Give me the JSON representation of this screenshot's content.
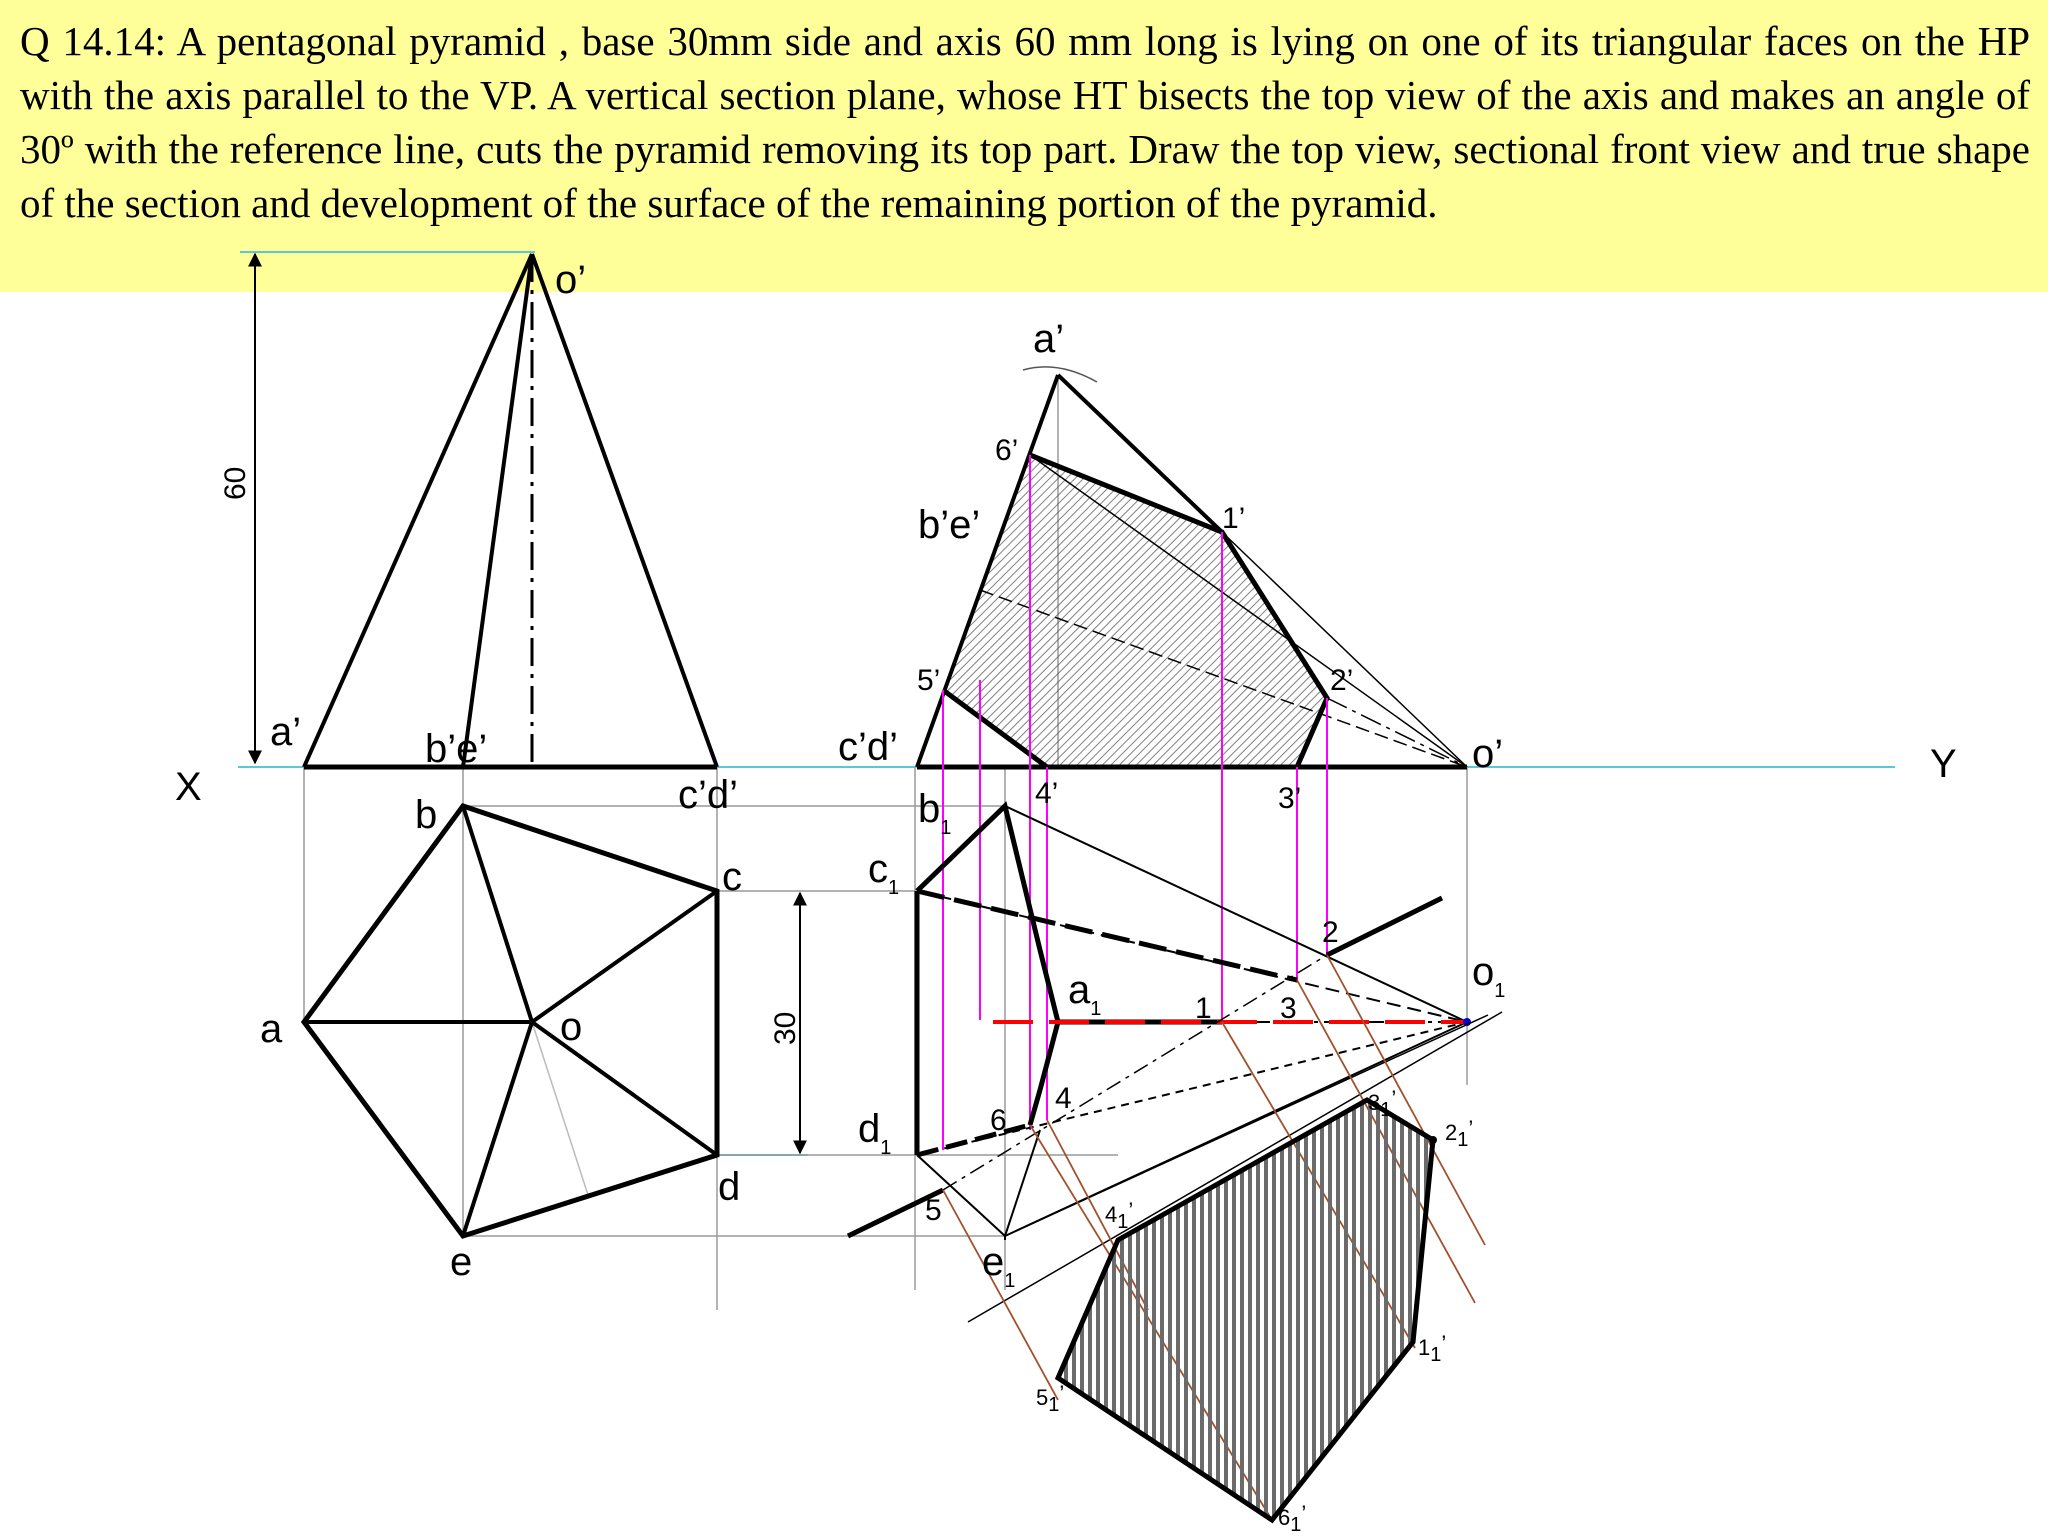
{
  "question": {
    "text": "Q 14.14: A pentagonal pyramid , base 30mm side and axis 60 mm long is lying on one of its triangular faces on the HP with the axis parallel to the VP. A vertical section plane, whose HT bisects the top view of the axis and makes an angle of 30º with the reference line, cuts the pyramid removing its top part. Draw the top view, sectional front view and true shape of the section and development of the surface of the remaining portion of the pyramid."
  },
  "colors": {
    "banner": "#ffff99",
    "xy_line": "#5bc8d2",
    "projector": "#ff00ff",
    "cutting_line": "#ff0000",
    "true_shape_projector": "#a0522d",
    "hatch": "#555555"
  },
  "labels": {
    "x": "X",
    "y": "Y",
    "dim_60": "60",
    "dim_30": "30",
    "fv1_apex": "o’",
    "fv1_a": "a’",
    "fv1_be": "b’e’",
    "fv1_cd": "c’d’",
    "tv1_b": "b",
    "tv1_c": "c",
    "tv1_a": "a",
    "tv1_o": "o",
    "tv1_d": "d",
    "tv1_e": "e",
    "fv2_a": "a’",
    "fv2_6": "6’",
    "fv2_be": "b’e’",
    "fv2_1": "1’",
    "fv2_5": "5’",
    "fv2_2": "2’",
    "fv2_cd": "c’d’",
    "fv2_o": "o’",
    "fv2_4": "4’",
    "fv2_3": "3’",
    "tv2_b1": "b",
    "tv2_c1": "c",
    "tv2_a1": "a",
    "tv2_o1": "o",
    "tv2_d1": "d",
    "tv2_e1": "e",
    "tv2_1": "1",
    "tv2_2": "2",
    "tv2_3": "3",
    "tv2_4": "4",
    "tv2_5": "5",
    "tv2_6": "6",
    "sub_1": "1",
    "ts_1": "1",
    "ts_2": "2",
    "ts_3": "3",
    "ts_4": "4",
    "ts_5": "5",
    "ts_6": "6",
    "ts_prime": "’"
  }
}
